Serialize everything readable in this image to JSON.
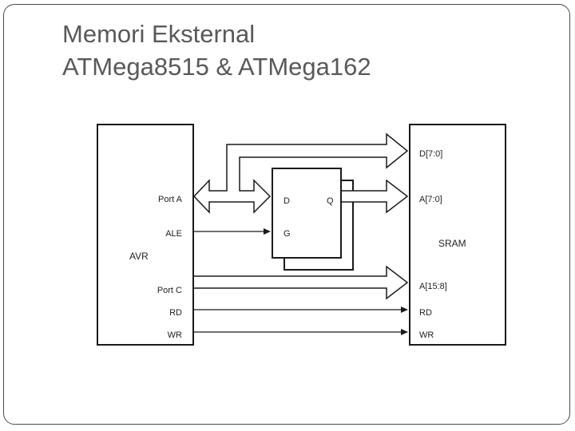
{
  "slide": {
    "title_line1": "Memori Eksternal",
    "title_line2": "ATMega8515 & ATMega162"
  },
  "diagram": {
    "avr": {
      "name": "AVR",
      "pins": {
        "port_a": "Port A",
        "ale": "ALE",
        "port_c": "Port C",
        "rd": "RD",
        "wr": "WR"
      }
    },
    "latch": {
      "d": "D",
      "q": "Q",
      "g": "G"
    },
    "sram": {
      "name": "SRAM",
      "pins": {
        "data": "D[7:0]",
        "addr_low": "A[7:0]",
        "addr_high": "A[15:8]",
        "rd": "RD",
        "wr": "WR"
      }
    },
    "colors": {
      "line": "#1a1a1a",
      "text": "#222222"
    }
  }
}
